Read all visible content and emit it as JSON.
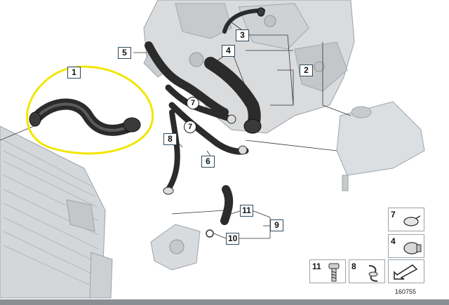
{
  "diagram": {
    "callouts": {
      "c1": "1",
      "c2": "2",
      "c3": "3",
      "c4": "4",
      "c5": "5",
      "c6": "6",
      "c8": "8",
      "c9": "9",
      "c10": "10",
      "c11": "11"
    },
    "circled": {
      "a": "7",
      "b": "7"
    },
    "legend": {
      "item7": "7",
      "item4": "4",
      "item11": "11",
      "item8": "8"
    },
    "reference_number": "160755",
    "colors": {
      "highlight": "#f2e600",
      "hose": "#2b2b2b",
      "engine": "#d6d8da",
      "callout_border": "#2f4a5c"
    },
    "icons": [
      "engine-block",
      "radiator",
      "expansion-tank",
      "water-pump",
      "hose",
      "hose-clamp",
      "bolt",
      "arrow"
    ]
  }
}
